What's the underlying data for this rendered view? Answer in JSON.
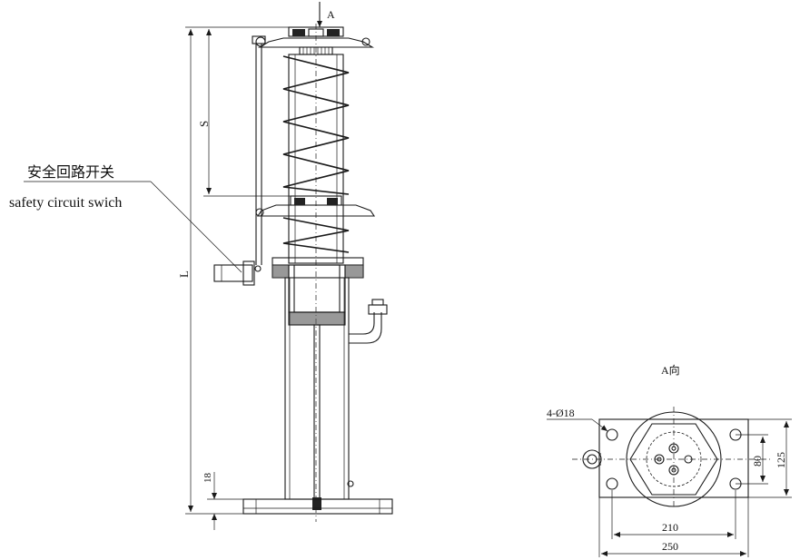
{
  "labels": {
    "view_arrow": "A",
    "stroke_dim": "S",
    "length_dim": "L",
    "base_dim": "18",
    "switch_cn": "安全回路开关",
    "switch_en": "safety circuit swich",
    "view_title": "A向",
    "hole_spec": "4-Ø18",
    "dim_80": "80",
    "dim_125": "125",
    "dim_210": "210",
    "dim_250": "250"
  }
}
